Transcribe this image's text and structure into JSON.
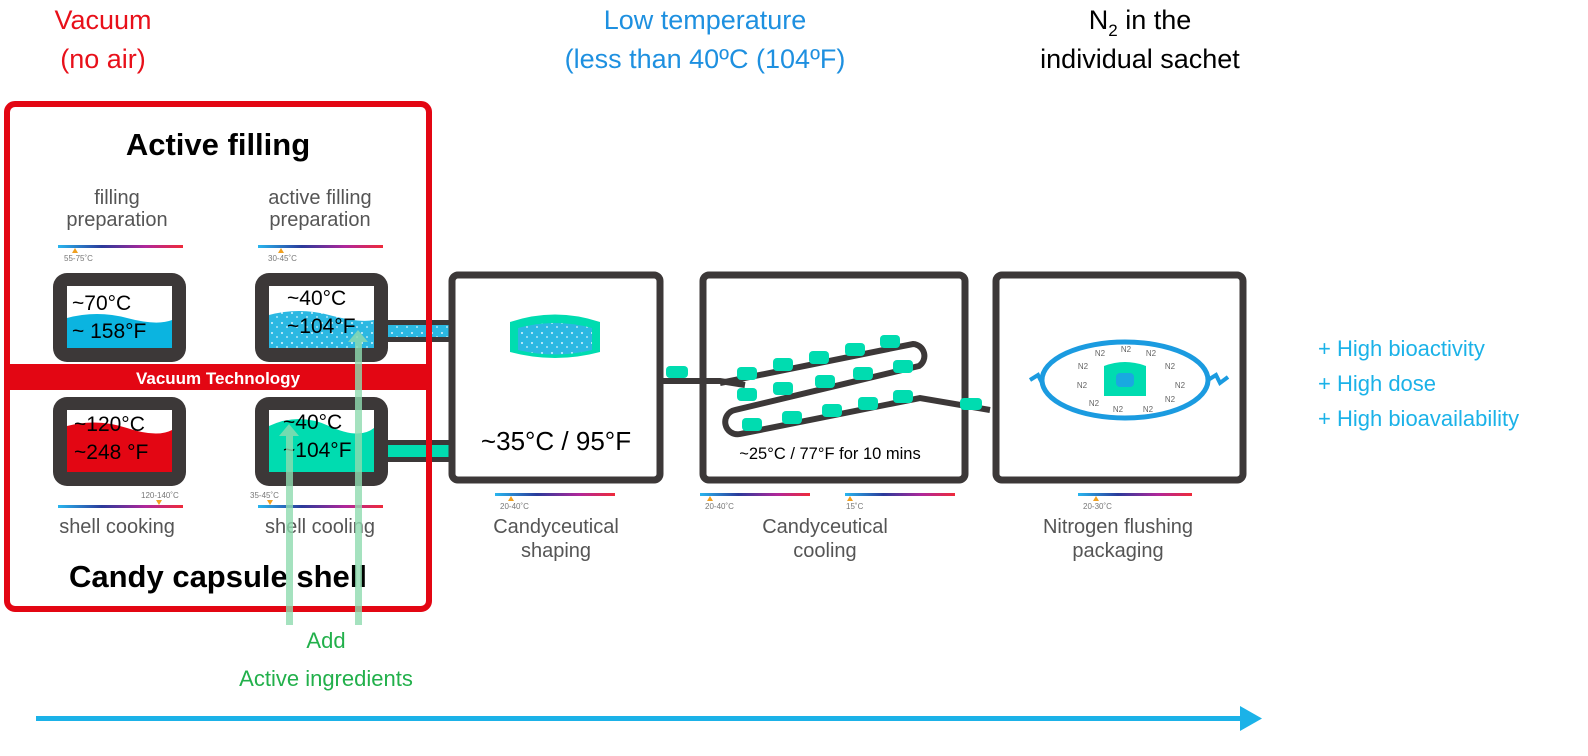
{
  "headers": {
    "vacuum": {
      "line1": "Vacuum",
      "line2": "(no air)",
      "color": "#e8101a"
    },
    "low_temp": {
      "line1": "Low temperature",
      "line2": "(less than 40ºC (104ºF)",
      "color": "#1e90e0"
    },
    "nitrogen": {
      "line1_main": "N",
      "line1_sub": "2",
      "line1_rest": " in the",
      "line2": "individual sachet",
      "color": "#000000"
    }
  },
  "vacuum_box": {
    "top_title": "Active filling",
    "bottom_title": "Candy capsule shell",
    "band_label": "Vacuum Technology",
    "stages": [
      {
        "label_line1": "filling",
        "label_line2": "preparation",
        "range": "55-75˚C",
        "temp_c": "~70°C",
        "temp_f": "~ 158°F",
        "fluid_color": "#0bb4e0"
      },
      {
        "label_line1": "active filling",
        "label_line2": "preparation",
        "range": "30-45˚C",
        "temp_c": "~40°C",
        "temp_f": "~104°F",
        "fluid_color": "#2bb8e2"
      },
      {
        "label_line1": "shell cooking",
        "range": "120-140˚C",
        "temp_c": "~120°C",
        "temp_f": "~248 °F",
        "fluid_color": "#e30613"
      },
      {
        "label_line1": "shell cooling",
        "range": "35-45˚C",
        "temp_c": "~40°C",
        "temp_f": "~104°F",
        "fluid_color": "#00dcb0"
      }
    ]
  },
  "process": [
    {
      "label_line1": "Candyceutical",
      "label_line2": "shaping",
      "temp": "~35°C / 95°F",
      "ranges": [
        "20-40˚C"
      ]
    },
    {
      "label_line1": "Candyceutical",
      "label_line2": "cooling",
      "temp": "~25°C / 77°F for 10 mins",
      "ranges": [
        "20-40˚C",
        "15˚C"
      ]
    },
    {
      "label_line1": "Nitrogen flushing",
      "label_line2": "packaging",
      "gas_label": "N2",
      "ranges": [
        "20-30˚C"
      ]
    }
  ],
  "add_ingredients": {
    "line1": "Add",
    "line2": "Active ingredients",
    "color": "#22b04b"
  },
  "benefits": [
    "+ High bioactivity",
    "+ High dose",
    "+ High bioavailability"
  ],
  "colors": {
    "accent_blue": "#1bb2e8",
    "red": "#e30613",
    "dark": "#3c3838",
    "teal": "#00dcb0",
    "cyan": "#0bb4e0"
  }
}
